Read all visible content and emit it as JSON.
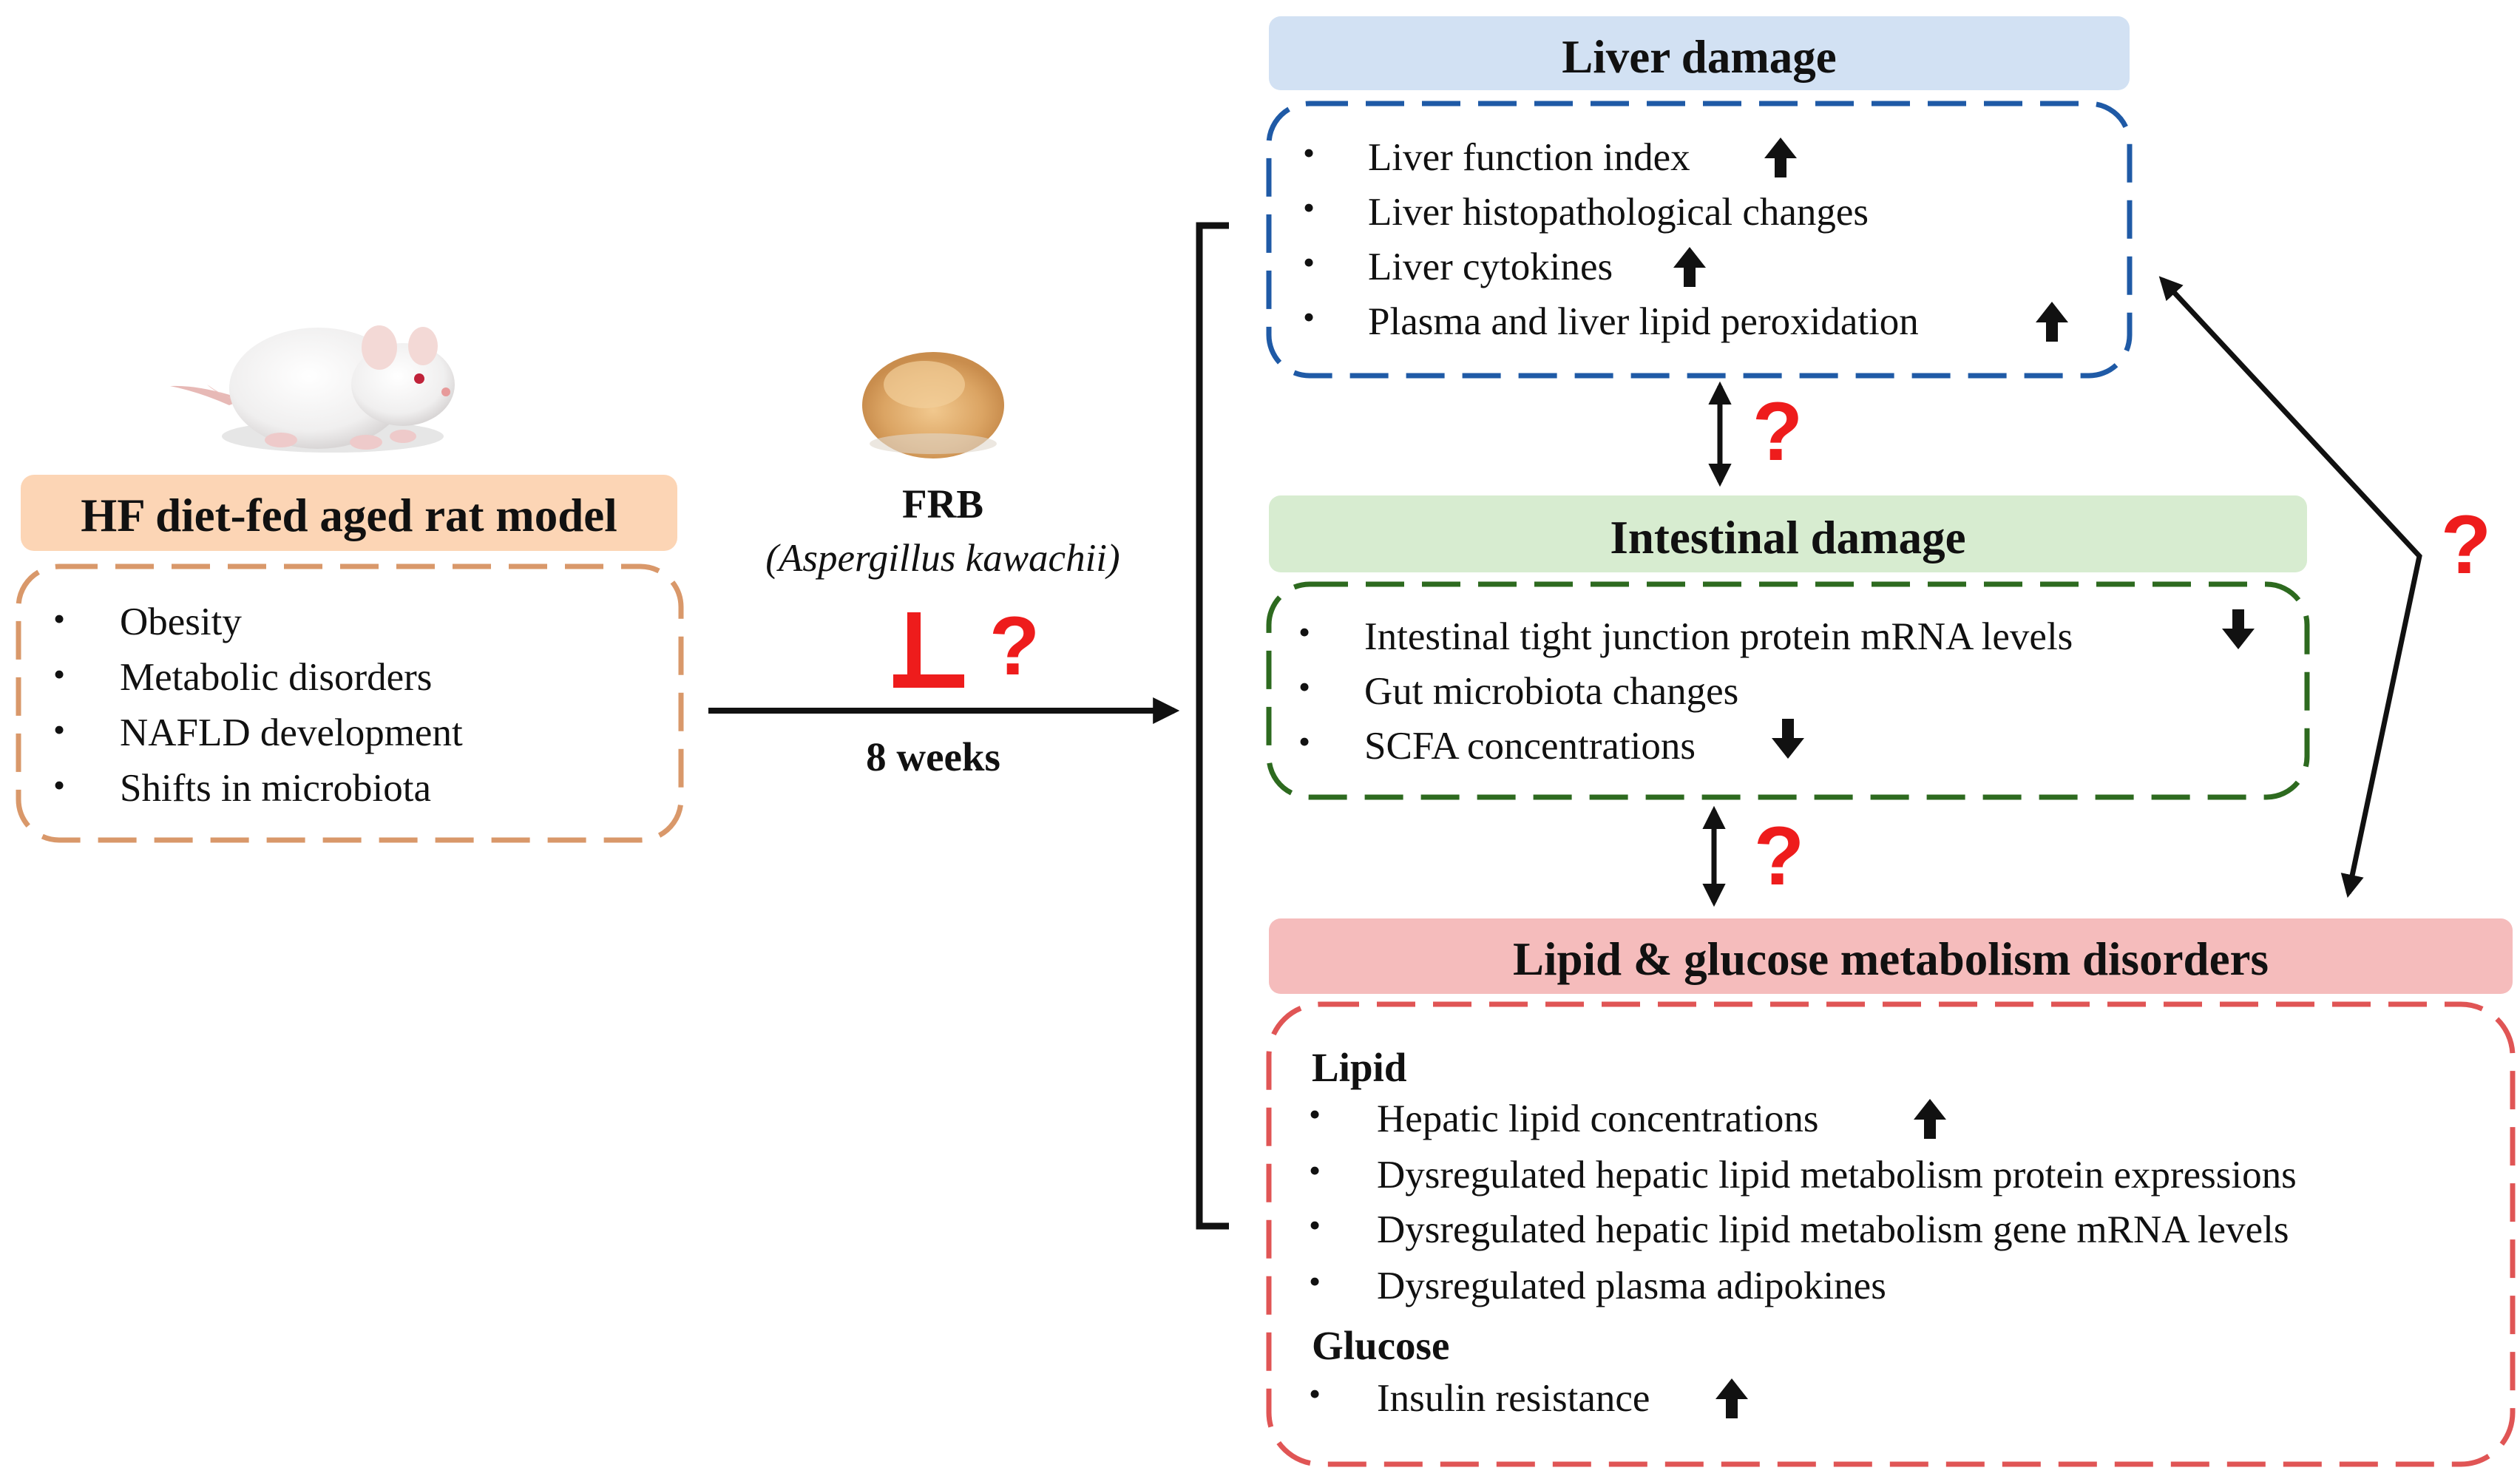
{
  "model": {
    "title": "HF diet-fed aged rat model",
    "items": [
      "Obesity",
      "Metabolic disorders",
      "NAFLD development",
      "Shifts in microbiota"
    ]
  },
  "treatment": {
    "name": "FRB",
    "species": "(Aspergillus kawachii)",
    "duration": "8 weeks",
    "question_mark": "?"
  },
  "liver": {
    "title": "Liver damage",
    "items": [
      "Liver function index",
      "Liver histopathological changes",
      "Liver cytokines",
      "Plasma and liver lipid peroxidation"
    ]
  },
  "intestinal": {
    "title": "Intestinal damage",
    "items": [
      "Intestinal tight junction protein mRNA levels",
      "Gut microbiota changes",
      "SCFA concentrations"
    ]
  },
  "metabolism": {
    "title": "Lipid & glucose metabolism disorders",
    "lipid_heading": "Lipid",
    "lipid_items": [
      "Hepatic lipid concentrations",
      "Dysregulated hepatic lipid metabolism protein expressions",
      "Dysregulated hepatic lipid metabolism gene mRNA levels",
      "Dysregulated plasma adipokines"
    ],
    "glucose_heading": "Glucose",
    "glucose_items": [
      "Insulin resistance"
    ]
  },
  "links": {
    "question_mark": "?"
  },
  "icons": {
    "up": "arrow-up-icon",
    "down": "arrow-down-icon",
    "bullet": "•"
  },
  "colors": {
    "model_fill": "#fcd5b5",
    "model_border": "#d9986a",
    "liver_fill": "#d2e1f3",
    "liver_border": "#1f5aa6",
    "intestinal_fill": "#d7ecd0",
    "intestinal_border": "#2d6a1f",
    "metabolism_fill": "#f5bcbc",
    "metabolism_border": "#e05555",
    "inhibit": "#ee1c1c"
  }
}
